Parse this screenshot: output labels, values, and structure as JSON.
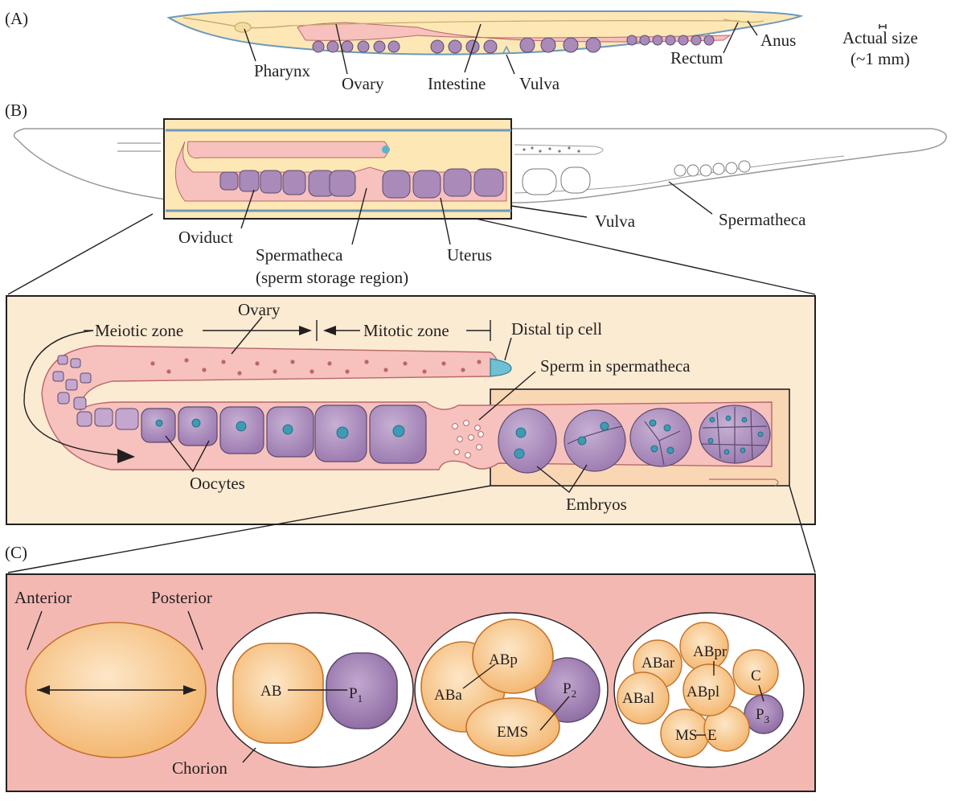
{
  "panels": {
    "a": "(A)",
    "b": "(B)",
    "c": "(C)"
  },
  "panel_a": {
    "pharynx": "Pharynx",
    "ovary": "Ovary",
    "intestine": "Intestine",
    "vulva": "Vulva",
    "rectum": "Rectum",
    "anus": "Anus",
    "actual_size_1": "Actual size",
    "actual_size_2": "(~1 mm)"
  },
  "panel_b": {
    "oviduct": "Oviduct",
    "spermatheca_1": "Spermatheca",
    "spermatheca_2": "(sperm storage region)",
    "uterus": "Uterus",
    "vulva": "Vulva",
    "spermatheca_right": "Spermatheca"
  },
  "detail": {
    "ovary": "Ovary",
    "meiotic_zone": "Meiotic zone",
    "mitotic_zone": "Mitotic zone",
    "distal_tip_cell": "Distal tip cell",
    "sperm_in_spermatheca": "Sperm in spermatheca",
    "oocytes": "Oocytes",
    "embryos": "Embryos"
  },
  "panel_c": {
    "anterior": "Anterior",
    "posterior": "Posterior",
    "chorion": "Chorion",
    "ab": "AB",
    "p": "P",
    "sub_1": "1",
    "aba": "ABa",
    "abp": "ABp",
    "ems": "EMS",
    "sub_2": "2",
    "abar": "ABar",
    "abpr": "ABpr",
    "abal": "ABal",
    "abpl": "ABpl",
    "c": "C",
    "ms": "MS",
    "e": "E",
    "sub_3": "3"
  },
  "colors": {
    "cream": "#fcebd3",
    "pink_bg": "#f4b8b3",
    "gonad_pink": "#f7c1bd",
    "oocyte_purple": "#a98ab8",
    "nucleus_teal": "#3d9bb4",
    "embryo_orange": "#f8c98e",
    "body_yellow": "#fde8b5",
    "cuticle_blue": "#7ea7c8"
  }
}
